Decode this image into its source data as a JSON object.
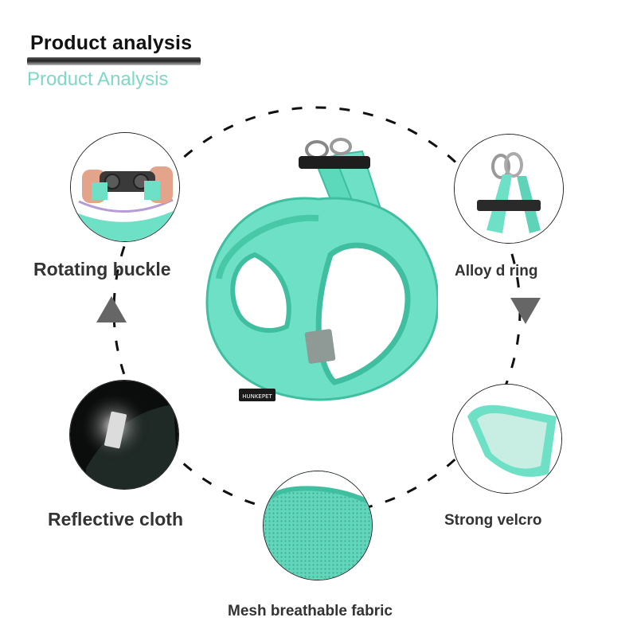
{
  "header": {
    "title": "Product analysis",
    "subtitle": "Product Analysis"
  },
  "features": {
    "rotating_buckle": "Rotating buckle",
    "alloy_ring": "Alloy d ring",
    "reflective_cloth": "Reflective cloth",
    "strong_velcro": "Strong velcro",
    "mesh_fabric": "Mesh breathable fabric"
  },
  "product": {
    "brand_tag": "HUNKEPET"
  },
  "colors": {
    "harness": "#6ee0c6",
    "harness_dark": "#3fbf9f",
    "subtitle": "#7fd8c6",
    "text": "#333333"
  },
  "icons": {
    "up_arrow": "triangle-up-icon",
    "down_arrow": "triangle-down-icon"
  }
}
